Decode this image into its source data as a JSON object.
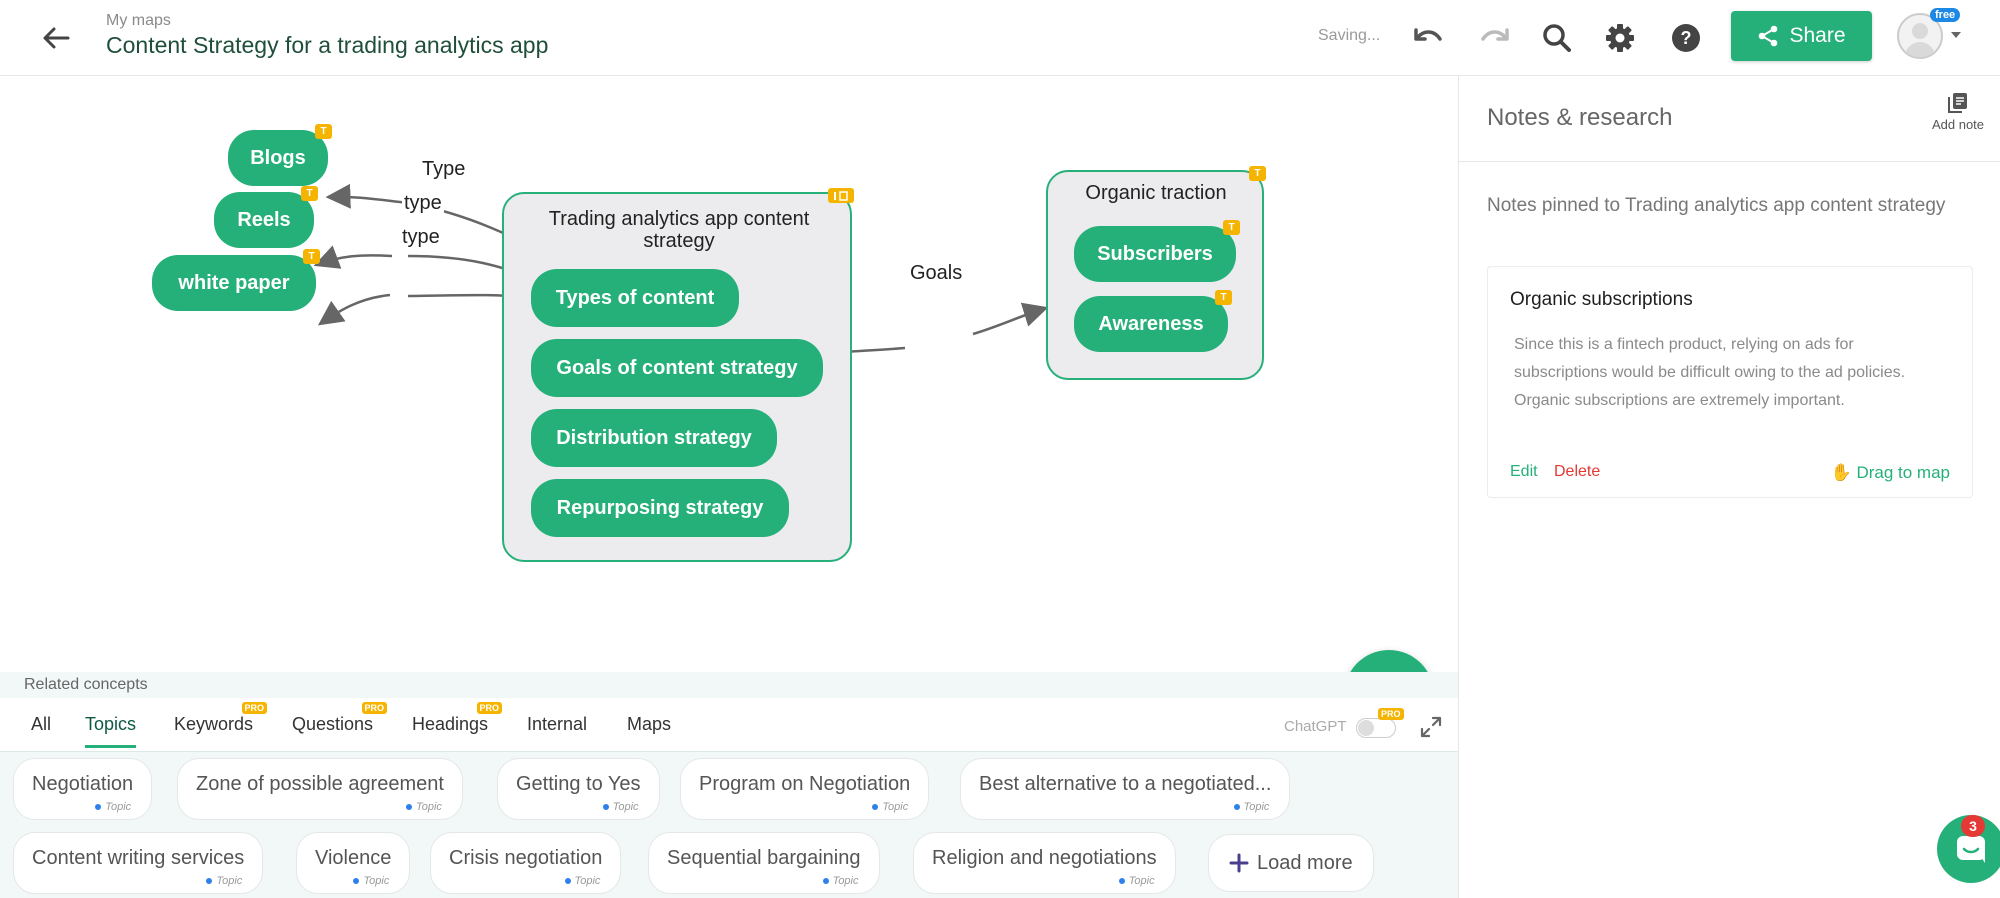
{
  "header": {
    "breadcrumb": "My maps",
    "title": "Content Strategy for a trading analytics app",
    "status": "Saving...",
    "share_label": "Share",
    "plan_badge": "free"
  },
  "map": {
    "center_group_title": "Trading analytics app content strategy",
    "center_items": [
      "Types of content",
      "Goals of content strategy",
      "Distribution strategy",
      "Repurposing strategy"
    ],
    "right_group_title": "Organic traction",
    "right_items": [
      "Subscribers",
      "Awareness"
    ],
    "left_nodes": [
      "Blogs",
      "Reels",
      "white paper"
    ],
    "edge_labels": [
      "Type",
      "type",
      "type",
      "Goals"
    ],
    "node_badge": "T"
  },
  "related": {
    "heading": "Related concepts",
    "tabs": [
      "All",
      "Topics",
      "Keywords",
      "Questions",
      "Headings",
      "Internal",
      "Maps"
    ],
    "active_tab": "Topics",
    "pro_label": "PRO",
    "chatgpt_label": "ChatGPT",
    "topic_tag": "Topic",
    "row1": [
      "Negotiation",
      "Zone of possible agreement",
      "Getting to Yes",
      "Program on Negotiation",
      "Best alternative to a negotiated..."
    ],
    "row2": [
      "Content writing services",
      "Violence",
      "Crisis negotiation",
      "Sequential bargaining",
      "Religion and negotiations"
    ],
    "load_more": "Load more"
  },
  "panel": {
    "title": "Notes & research",
    "add_note": "Add note",
    "pinned": "Notes pinned to Trading analytics app content strategy",
    "note": {
      "title": "Organic subscriptions",
      "body": "Since this is a fintech product, relying on ads for subscriptions would be difficult owing to the ad policies. Organic subscriptions are extremely important.",
      "edit": "Edit",
      "delete": "Delete",
      "drag": "Drag to map"
    }
  },
  "chat_count": "3",
  "colors": {
    "accent": "#25b07a",
    "badge": "#f4b400",
    "danger": "#e53935"
  }
}
